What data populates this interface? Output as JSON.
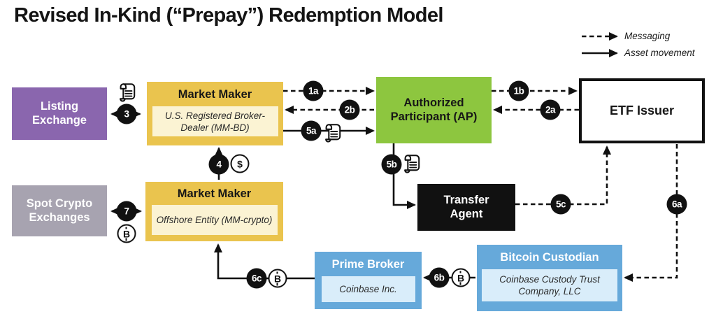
{
  "title": "Revised In-Kind (“Prepay”) Redemption Model",
  "legend": {
    "messaging_label": "Messaging",
    "asset_movement_label": "Asset movement"
  },
  "nodes": {
    "listing_exchange": {
      "label": "Listing Exchange"
    },
    "market_maker_us": {
      "title": "Market Maker",
      "subtitle": "U.S. Registered Broker-Dealer (MM-BD)"
    },
    "authorized_participant": {
      "label": "Authorized Participant (AP)"
    },
    "etf_issuer": {
      "label": "ETF Issuer"
    },
    "spot_crypto_exchanges": {
      "label": "Spot Crypto Exchanges"
    },
    "market_maker_offshore": {
      "title": "Market Maker",
      "subtitle": "Offshore Entity (MM-crypto)"
    },
    "transfer_agent": {
      "label": "Transfer Agent"
    },
    "prime_broker": {
      "title": "Prime Broker",
      "subtitle": "Coinbase Inc."
    },
    "bitcoin_custodian": {
      "title": "Bitcoin Custodian",
      "subtitle": "Coinbase Custody Trust Company, LLC"
    }
  },
  "steps": {
    "1a": "1a",
    "1b": "1b",
    "2a": "2a",
    "2b": "2b",
    "3": "3",
    "4": "4",
    "5a": "5a",
    "5b": "5b",
    "5c": "5c",
    "6a": "6a",
    "6b": "6b",
    "6c": "6c",
    "7": "7"
  },
  "icons": {
    "dollar_symbol": "$",
    "bitcoin_symbol": "B",
    "scroll_meaning": "securities-scroll"
  },
  "colors": {
    "purple": "#8a66ae",
    "gold": "#eac44e",
    "gold_light": "#fbf3d3",
    "green": "#8dc63f",
    "gray": "#a7a3b0",
    "blue": "#66a9da",
    "blue_light": "#d9edfa",
    "black": "#111111"
  },
  "flows": [
    {
      "step": "1a",
      "from": "Market Maker (MM-BD)",
      "to": "Authorized Participant (AP)",
      "type": "messaging"
    },
    {
      "step": "1b",
      "from": "Authorized Participant (AP)",
      "to": "ETF Issuer",
      "type": "messaging"
    },
    {
      "step": "2a",
      "from": "ETF Issuer",
      "to": "Authorized Participant (AP)",
      "type": "messaging"
    },
    {
      "step": "2b",
      "from": "Authorized Participant (AP)",
      "to": "Market Maker (MM-BD)",
      "type": "messaging"
    },
    {
      "step": "3",
      "from": "Listing Exchange",
      "to": "Market Maker (MM-BD)",
      "type": "asset-movement",
      "bidirectional": true,
      "icon": "securities-scroll"
    },
    {
      "step": "4",
      "from": "Market Maker (MM-crypto)",
      "to": "Market Maker (MM-BD)",
      "type": "asset-movement",
      "icon": "dollar"
    },
    {
      "step": "5a",
      "from": "Market Maker (MM-BD)",
      "to": "Authorized Participant (AP)",
      "type": "asset-movement",
      "icon": "securities-scroll"
    },
    {
      "step": "5b",
      "from": "Authorized Participant (AP)",
      "to": "Transfer Agent",
      "type": "asset-movement",
      "icon": "securities-scroll"
    },
    {
      "step": "5c",
      "from": "Transfer Agent",
      "to": "ETF Issuer",
      "type": "messaging"
    },
    {
      "step": "6a",
      "from": "ETF Issuer",
      "to": "Bitcoin Custodian",
      "type": "messaging"
    },
    {
      "step": "6b",
      "from": "Bitcoin Custodian",
      "to": "Prime Broker",
      "type": "asset-movement",
      "icon": "bitcoin"
    },
    {
      "step": "6c",
      "from": "Prime Broker",
      "to": "Market Maker (MM-crypto)",
      "type": "asset-movement",
      "icon": "bitcoin"
    },
    {
      "step": "7",
      "from": "Spot Crypto Exchanges",
      "to": "Market Maker (MM-crypto)",
      "type": "asset-movement",
      "bidirectional": true,
      "icon": "bitcoin"
    }
  ]
}
